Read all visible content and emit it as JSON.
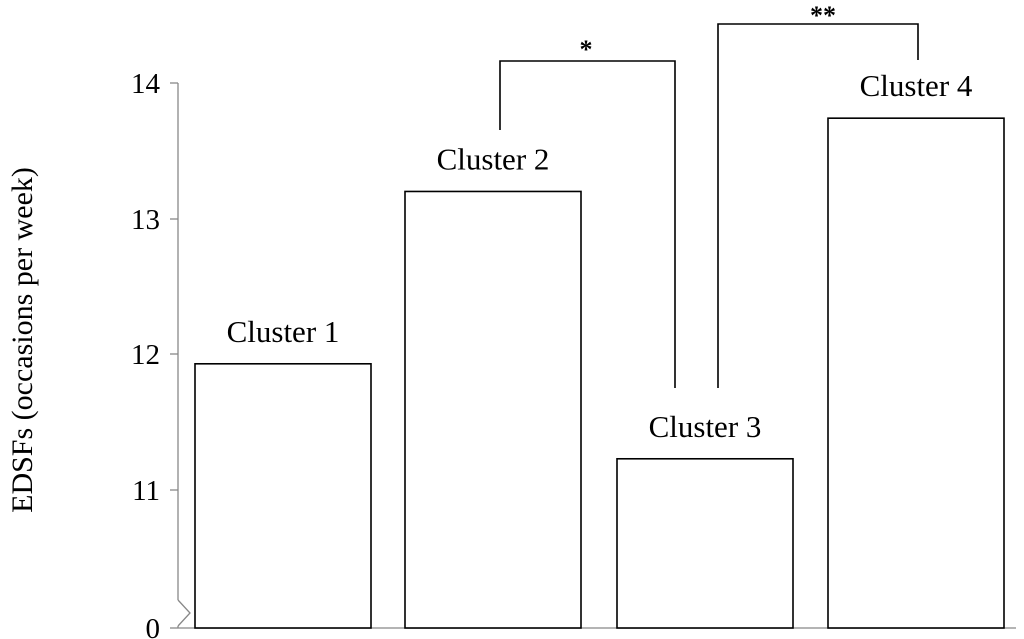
{
  "chart_data": {
    "type": "bar",
    "title": "",
    "xlabel": "",
    "ylabel": "EDSFs (occasions per week)",
    "categories": [
      "Cluster 1",
      "Cluster 2",
      "Cluster 3",
      "Cluster 4"
    ],
    "values": [
      11.93,
      13.2,
      11.23,
      13.74
    ],
    "y_ticks": [
      "0",
      "11",
      "12",
      "13",
      "14"
    ],
    "y_axis_break": true,
    "ylim": [
      10,
      14
    ],
    "grid": false,
    "legend": "none",
    "bar_fill": "#ffffff",
    "bar_stroke": "#000000",
    "significance": [
      {
        "from": "Cluster 2",
        "to": "Cluster 3",
        "label": "*"
      },
      {
        "from": "Cluster 3",
        "to": "Cluster 4",
        "label": "**"
      }
    ]
  }
}
